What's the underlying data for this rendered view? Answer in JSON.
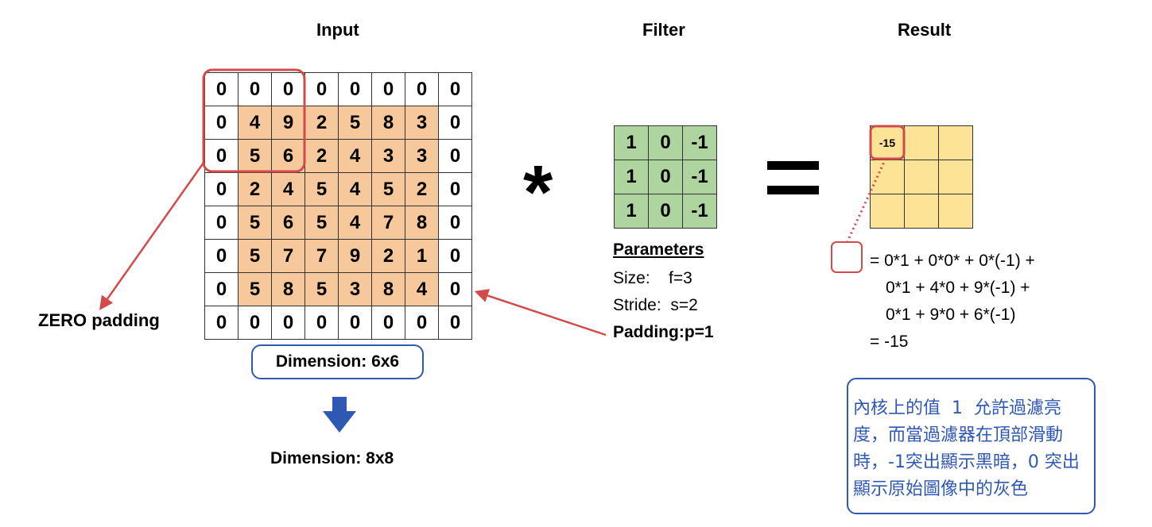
{
  "headings": {
    "input": "Input",
    "filter": "Filter",
    "result": "Result"
  },
  "input_grid": [
    [
      "0",
      "0",
      "0",
      "0",
      "0",
      "0",
      "0",
      "0"
    ],
    [
      "0",
      "4",
      "9",
      "2",
      "5",
      "8",
      "3",
      "0"
    ],
    [
      "0",
      "5",
      "6",
      "2",
      "4",
      "3",
      "3",
      "0"
    ],
    [
      "0",
      "2",
      "4",
      "5",
      "4",
      "5",
      "2",
      "0"
    ],
    [
      "0",
      "5",
      "6",
      "5",
      "4",
      "7",
      "8",
      "0"
    ],
    [
      "0",
      "5",
      "7",
      "7",
      "9",
      "2",
      "1",
      "0"
    ],
    [
      "0",
      "5",
      "8",
      "5",
      "3",
      "8",
      "4",
      "0"
    ],
    [
      "0",
      "0",
      "0",
      "0",
      "0",
      "0",
      "0",
      "0"
    ]
  ],
  "filter_grid": [
    [
      "1",
      "0",
      "-1"
    ],
    [
      "1",
      "0",
      "-1"
    ],
    [
      "1",
      "0",
      "-1"
    ]
  ],
  "result_grid": [
    [
      "-15",
      "",
      ""
    ],
    [
      "",
      "",
      ""
    ],
    [
      "",
      "",
      ""
    ]
  ],
  "operators": {
    "convolve": "*",
    "equals": "="
  },
  "labels": {
    "zero_padding": "ZERO padding",
    "dimension_before": "Dimension: 6x6",
    "dimension_after": "Dimension: 8x8"
  },
  "parameters": {
    "title": "Parameters",
    "size": "Size:    f=3",
    "stride": "Stride:  s=2",
    "padding": "Padding:p=1"
  },
  "formula": [
    "= 0*1 + 0*0* + 0*(-1) +",
    "0*1 + 4*0 + 9*(-1) +",
    "0*1 + 9*0 + 6*(-1)",
    "= -15"
  ],
  "note": [
    "內核上的值  1  允許過濾亮",
    "度，而當過濾器在頂部滑動",
    "時，-1突出顯示黑暗，0 突出",
    "顯示原始圖像中的灰色"
  ],
  "colors": {
    "input_padding": "#ffffff",
    "input_inner": "#f7c89b",
    "filter": "#aed4a0",
    "result": "#fde396",
    "highlight_red": "#d24b4b",
    "box_blue": "#2f58b4"
  }
}
